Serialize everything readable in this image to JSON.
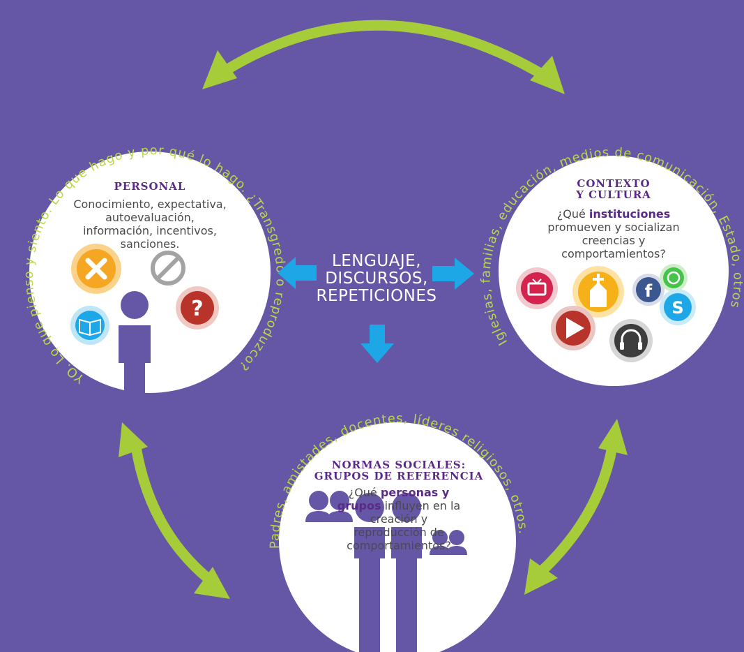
{
  "colors": {
    "background": "#6657a6",
    "arc_green": "#a6cc3a",
    "arrow_blue": "#1ea7e6",
    "figure": "#6657a6",
    "heading": "#5b2a86",
    "curved_text": "#b8d84a"
  },
  "personal": {
    "title": "PERSONAL",
    "text": "Conocimiento, expectativa, autoevaluación, información, incentivos, sanciones.",
    "curved_text": "YO. Lo que pienso y siento. Lo que hago y por qué lo hago. ¿Transgredo o reproduzco?",
    "icons": [
      "close-icon",
      "prohibited-icon",
      "book-icon",
      "question-icon",
      "person-icon"
    ]
  },
  "contexto": {
    "title_line1": "CONTEXTO",
    "title_line2": "Y CULTURA",
    "text_prefix": "¿Qué ",
    "text_bold": "instituciones",
    "text_rest": "promueven y socializan creencias y comportamientos?",
    "curved_text": "Iglesias, familias, educación, medios de comunicación, Estado, otros",
    "icons": [
      "tv-icon",
      "church-icon",
      "facebook-icon",
      "whatsapp-icon",
      "skype-icon",
      "play-icon",
      "headphones-icon"
    ]
  },
  "normas": {
    "title_line1": "NORMAS SOCIALES:",
    "title_line2": "GRUPOS DE REFERENCIA",
    "text_prefix": "¿Qué ",
    "text_bold": "personas y grupos",
    "text_rest": "influyen en la creación y reproducción de comportamientos?",
    "curved_text": "Padres, amistades, docentes, líderes religiosos, otros.",
    "icons": [
      "group-icon"
    ]
  },
  "center": {
    "line1": "LENGUAJE,",
    "line2": "DISCURSOS,",
    "line3": "REPETICIONES"
  }
}
